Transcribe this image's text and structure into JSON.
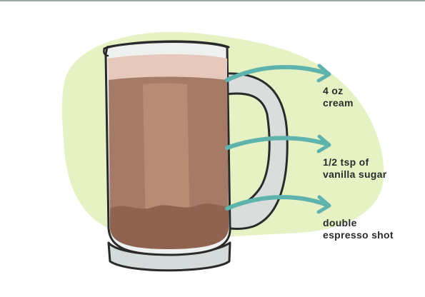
{
  "labels": {
    "cream": {
      "line1": "4 oz",
      "line2": "cream"
    },
    "vanilla": {
      "line1": "1/2 tsp of",
      "line2": "vanilla sugar"
    },
    "espresso": {
      "line1": "double",
      "line2": "espresso shot"
    }
  },
  "colors": {
    "background_blob": "#e6f2c4",
    "arrow": "#5fb3ad",
    "outline": "#2a2a2a",
    "glass_rim": "#eef1f0",
    "glass_base": "#d5dada",
    "glass_handle": "#d9dedd",
    "foam": "#e6c8bc",
    "coffee": "#a57a66",
    "coffee_light": "#c49a82",
    "espresso_band": "#8f6350",
    "top_rule": "#9aaba6"
  },
  "icons": {
    "mug": "glass-mug-icon",
    "arrow": "curved-arrow-icon"
  }
}
